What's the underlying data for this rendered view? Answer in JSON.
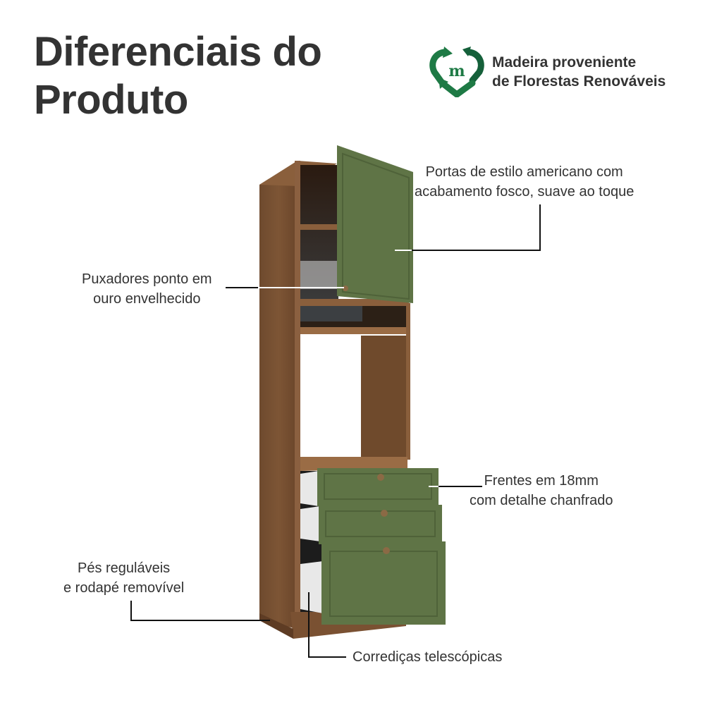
{
  "header": {
    "title_line1": "Diferenciais do",
    "title_line2": "Produto"
  },
  "badge": {
    "icon": "recycle-m-heart-icon",
    "line1": "Madeira proveniente",
    "line2": "de Florestas Renováveis",
    "color": "#1e7a45"
  },
  "callouts": {
    "doors": {
      "line1": "Portas de estilo americano com",
      "line2": "acabamento fosco, suave ao toque"
    },
    "handles": {
      "line1": "Puxadores ponto em",
      "line2": "ouro envelhecido"
    },
    "fronts": {
      "line1": "Frentes em 18mm",
      "line2": "com detalhe chanfrado"
    },
    "feet": {
      "line1": "Pés reguláveis",
      "line2": "e rodapé removível"
    },
    "slides": {
      "line1": "Corrediças telescópicas"
    }
  },
  "colors": {
    "wood": "#7a5132",
    "wood_dark": "#5e3c24",
    "green": "#5f7446",
    "green_dark": "#4f6239",
    "text": "#333333"
  }
}
